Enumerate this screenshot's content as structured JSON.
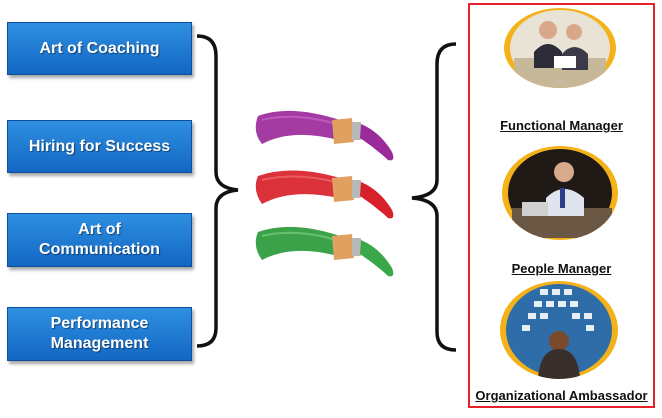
{
  "skills": [
    "Art of Coaching",
    "Hiring for Success",
    "Art of\nCommunication",
    "Performance\nManagement"
  ],
  "roles": [
    "Functional Manager",
    "People Manager",
    "Organizational Ambassador"
  ],
  "brushes": [
    {
      "color": "purple",
      "paint": "#9b2a9b",
      "handle": "#9b2a9b"
    },
    {
      "color": "red",
      "paint": "#d8202a",
      "handle": "#d8202a"
    },
    {
      "color": "green",
      "paint": "#2a9a3a",
      "handle": "#3aa84a"
    }
  ]
}
